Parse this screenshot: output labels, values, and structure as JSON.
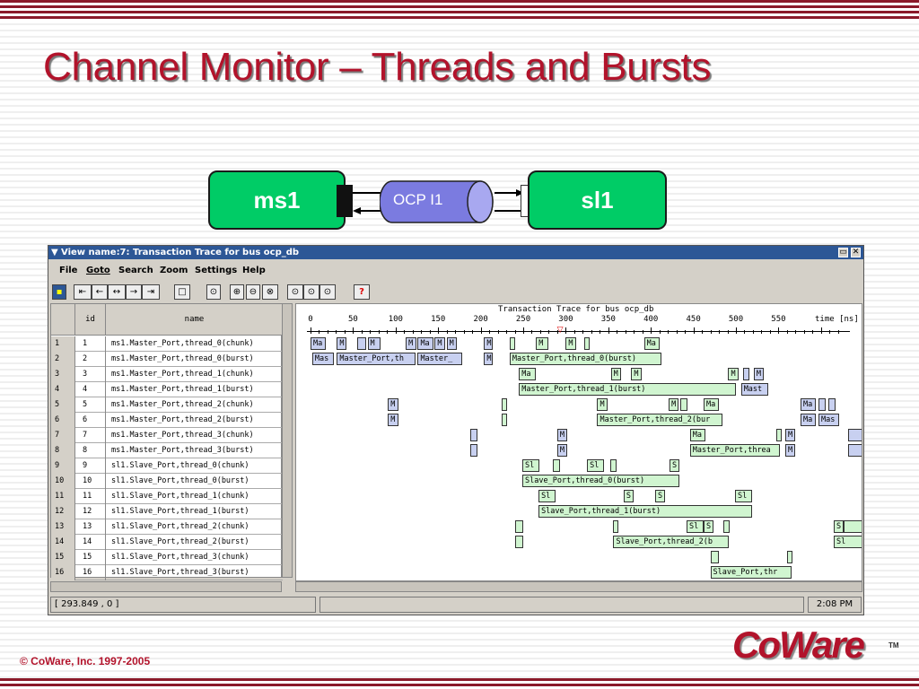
{
  "slide": {
    "title": "Channel Monitor – Threads and Bursts",
    "copyright": "© CoWare, Inc. 1997-2005",
    "logo": "CoWare",
    "logo_tm": "TM",
    "brand_color": "#b2132b"
  },
  "diagram": {
    "master_label": "ms1",
    "channel_label": "OCP I1",
    "slave_label": "sl1",
    "block_color": "#00cc66",
    "channel_color": "#8e8ee8"
  },
  "window": {
    "title": "View name:7: Transaction Trace for bus ocp_db",
    "menu": [
      "File",
      "Goto",
      "Search",
      "Zoom",
      "Settings",
      "Help"
    ],
    "toolbar_icons": [
      "save-icon",
      "go-first-icon",
      "step-back-icon",
      "shrink-icon",
      "step-forward-icon",
      "go-last-icon",
      "find-icon",
      "zoom-icon",
      "zoom-in-icon",
      "zoom-out-icon",
      "zoom-fit-icon",
      "zoom-x-icon",
      "zoom-y-icon",
      "zoom-xy-icon",
      "help-icon"
    ],
    "close_glyph": "✕",
    "min_glyph": "▭"
  },
  "table": {
    "headers": [
      "",
      "id",
      "name"
    ],
    "rows": [
      {
        "row": "1",
        "id": "1",
        "name": "ms1.Master_Port,thread_0(chunk)"
      },
      {
        "row": "2",
        "id": "2",
        "name": "ms1.Master_Port,thread_0(burst)"
      },
      {
        "row": "3",
        "id": "3",
        "name": "ms1.Master_Port,thread_1(chunk)"
      },
      {
        "row": "4",
        "id": "4",
        "name": "ms1.Master_Port,thread_1(burst)"
      },
      {
        "row": "5",
        "id": "5",
        "name": "ms1.Master_Port,thread_2(chunk)"
      },
      {
        "row": "6",
        "id": "6",
        "name": "ms1.Master_Port,thread_2(burst)"
      },
      {
        "row": "7",
        "id": "7",
        "name": "ms1.Master_Port,thread_3(chunk)"
      },
      {
        "row": "8",
        "id": "8",
        "name": "ms1.Master_Port,thread_3(burst)"
      },
      {
        "row": "9",
        "id": "9",
        "name": "sl1.Slave_Port,thread_0(chunk)"
      },
      {
        "row": "10",
        "id": "10",
        "name": "sl1.Slave_Port,thread_0(burst)"
      },
      {
        "row": "11",
        "id": "11",
        "name": "sl1.Slave_Port,thread_1(chunk)"
      },
      {
        "row": "12",
        "id": "12",
        "name": "sl1.Slave_Port,thread_1(burst)"
      },
      {
        "row": "13",
        "id": "13",
        "name": "sl1.Slave_Port,thread_2(chunk)"
      },
      {
        "row": "14",
        "id": "14",
        "name": "sl1.Slave_Port,thread_2(burst)"
      },
      {
        "row": "15",
        "id": "15",
        "name": "sl1.Slave_Port,thread_3(chunk)"
      },
      {
        "row": "16",
        "id": "16",
        "name": "sl1.Slave_Port,thread_3(burst)"
      }
    ]
  },
  "trace": {
    "title": "Transaction Trace for bus ocp_db",
    "unit_label": "time [ns]",
    "ticks": [
      "0",
      "50",
      "100",
      "150",
      "200",
      "250",
      "300",
      "350",
      "400",
      "450",
      "500",
      "550"
    ],
    "cursor_time": 293.849,
    "time_max": 640,
    "master_color": "#c8d0f0",
    "slave_color": "#d0f5d0",
    "bars": [
      {
        "row": 0,
        "t0": 0,
        "t1": 18,
        "label": "Ma",
        "kind": "master"
      },
      {
        "row": 0,
        "t0": 31,
        "t1": 42,
        "label": "M",
        "kind": "master"
      },
      {
        "row": 0,
        "t0": 55,
        "t1": 65,
        "label": "",
        "kind": "master"
      },
      {
        "row": 0,
        "t0": 67,
        "t1": 82,
        "label": "M",
        "kind": "master"
      },
      {
        "row": 0,
        "t0": 112,
        "t1": 124,
        "label": "M",
        "kind": "master"
      },
      {
        "row": 0,
        "t0": 126,
        "t1": 144,
        "label": "Ma",
        "kind": "master"
      },
      {
        "row": 0,
        "t0": 146,
        "t1": 158,
        "label": "M",
        "kind": "master"
      },
      {
        "row": 0,
        "t0": 160,
        "t1": 172,
        "label": "M",
        "kind": "master"
      },
      {
        "row": 0,
        "t0": 204,
        "t1": 214,
        "label": "M",
        "kind": "master"
      },
      {
        "row": 0,
        "t0": 234,
        "t1": 240,
        "label": "",
        "kind": "slave"
      },
      {
        "row": 0,
        "t0": 265,
        "t1": 280,
        "label": "M",
        "kind": "slave"
      },
      {
        "row": 0,
        "t0": 300,
        "t1": 312,
        "label": "M",
        "kind": "slave"
      },
      {
        "row": 0,
        "t0": 322,
        "t1": 328,
        "label": "",
        "kind": "slave"
      },
      {
        "row": 0,
        "t0": 392,
        "t1": 410,
        "label": "Ma",
        "kind": "slave"
      },
      {
        "row": 1,
        "t0": 2,
        "t1": 27,
        "label": "Mas",
        "kind": "master"
      },
      {
        "row": 1,
        "t0": 31,
        "t1": 123,
        "label": "Master_Port,th",
        "kind": "master"
      },
      {
        "row": 1,
        "t0": 126,
        "t1": 178,
        "label": "Master_",
        "kind": "master"
      },
      {
        "row": 1,
        "t0": 204,
        "t1": 214,
        "label": "M",
        "kind": "master"
      },
      {
        "row": 1,
        "t0": 234,
        "t1": 412,
        "label": "Master_Port,thread_0(burst)",
        "kind": "slave"
      },
      {
        "row": 2,
        "t0": 245,
        "t1": 265,
        "label": "Ma",
        "kind": "slave"
      },
      {
        "row": 2,
        "t0": 353,
        "t1": 365,
        "label": "M",
        "kind": "slave"
      },
      {
        "row": 2,
        "t0": 377,
        "t1": 389,
        "label": "M",
        "kind": "slave"
      },
      {
        "row": 2,
        "t0": 491,
        "t1": 503,
        "label": "M",
        "kind": "slave"
      },
      {
        "row": 2,
        "t0": 508,
        "t1": 516,
        "label": "",
        "kind": "master"
      },
      {
        "row": 2,
        "t0": 521,
        "t1": 533,
        "label": "M",
        "kind": "master"
      },
      {
        "row": 3,
        "t0": 245,
        "t1": 500,
        "label": "Master_Port,thread_1(burst)",
        "kind": "slave"
      },
      {
        "row": 3,
        "t0": 506,
        "t1": 538,
        "label": "Mast",
        "kind": "master"
      },
      {
        "row": 4,
        "t0": 91,
        "t1": 103,
        "label": "M",
        "kind": "master"
      },
      {
        "row": 4,
        "t0": 225,
        "t1": 230,
        "label": "",
        "kind": "slave"
      },
      {
        "row": 4,
        "t0": 337,
        "t1": 349,
        "label": "M",
        "kind": "slave"
      },
      {
        "row": 4,
        "t0": 421,
        "t1": 433,
        "label": "M",
        "kind": "slave"
      },
      {
        "row": 4,
        "t0": 435,
        "t1": 443,
        "label": "",
        "kind": "slave"
      },
      {
        "row": 4,
        "t0": 462,
        "t1": 480,
        "label": "Ma",
        "kind": "slave"
      },
      {
        "row": 4,
        "t0": 576,
        "t1": 594,
        "label": "Ma",
        "kind": "master"
      },
      {
        "row": 4,
        "t0": 597,
        "t1": 605,
        "label": "",
        "kind": "master"
      },
      {
        "row": 4,
        "t0": 609,
        "t1": 617,
        "label": "",
        "kind": "master"
      },
      {
        "row": 5,
        "t0": 91,
        "t1": 103,
        "label": "M",
        "kind": "master"
      },
      {
        "row": 5,
        "t0": 225,
        "t1": 230,
        "label": "",
        "kind": "slave"
      },
      {
        "row": 5,
        "t0": 337,
        "t1": 484,
        "label": "Master_Port,thread_2(bur",
        "kind": "slave"
      },
      {
        "row": 5,
        "t0": 576,
        "t1": 594,
        "label": "Ma",
        "kind": "master"
      },
      {
        "row": 5,
        "t0": 597,
        "t1": 621,
        "label": "Mas",
        "kind": "master"
      },
      {
        "row": 6,
        "t0": 188,
        "t1": 196,
        "label": "",
        "kind": "master"
      },
      {
        "row": 6,
        "t0": 290,
        "t1": 302,
        "label": "M",
        "kind": "master"
      },
      {
        "row": 6,
        "t0": 446,
        "t1": 464,
        "label": "Ma",
        "kind": "slave"
      },
      {
        "row": 6,
        "t0": 547,
        "t1": 554,
        "label": "",
        "kind": "slave"
      },
      {
        "row": 6,
        "t0": 558,
        "t1": 570,
        "label": "M",
        "kind": "master"
      },
      {
        "row": 6,
        "t0": 632,
        "t1": 660,
        "label": "",
        "kind": "master"
      },
      {
        "row": 7,
        "t0": 188,
        "t1": 196,
        "label": "",
        "kind": "master"
      },
      {
        "row": 7,
        "t0": 290,
        "t1": 302,
        "label": "M",
        "kind": "master"
      },
      {
        "row": 7,
        "t0": 446,
        "t1": 552,
        "label": "Master_Port,threa",
        "kind": "slave"
      },
      {
        "row": 7,
        "t0": 558,
        "t1": 570,
        "label": "M",
        "kind": "master"
      },
      {
        "row": 7,
        "t0": 632,
        "t1": 660,
        "label": "",
        "kind": "master"
      },
      {
        "row": 8,
        "t0": 249,
        "t1": 269,
        "label": "Sl",
        "kind": "slave"
      },
      {
        "row": 8,
        "t0": 285,
        "t1": 293,
        "label": "",
        "kind": "slave"
      },
      {
        "row": 8,
        "t0": 325,
        "t1": 345,
        "label": "Sl",
        "kind": "slave"
      },
      {
        "row": 8,
        "t0": 352,
        "t1": 360,
        "label": "",
        "kind": "slave"
      },
      {
        "row": 8,
        "t0": 422,
        "t1": 434,
        "label": "S",
        "kind": "slave"
      },
      {
        "row": 9,
        "t0": 249,
        "t1": 434,
        "label": "Slave_Port,thread_0(burst)",
        "kind": "slave"
      },
      {
        "row": 10,
        "t0": 268,
        "t1": 288,
        "label": "Sl",
        "kind": "slave"
      },
      {
        "row": 10,
        "t0": 368,
        "t1": 380,
        "label": "S",
        "kind": "slave"
      },
      {
        "row": 10,
        "t0": 405,
        "t1": 417,
        "label": "S",
        "kind": "slave"
      },
      {
        "row": 10,
        "t0": 499,
        "t1": 519,
        "label": "Sl",
        "kind": "slave"
      },
      {
        "row": 11,
        "t0": 268,
        "t1": 519,
        "label": "Slave_Port,thread_1(burst)",
        "kind": "slave"
      },
      {
        "row": 12,
        "t0": 240,
        "t1": 250,
        "label": "",
        "kind": "slave"
      },
      {
        "row": 12,
        "t0": 356,
        "t1": 362,
        "label": "",
        "kind": "slave"
      },
      {
        "row": 12,
        "t0": 442,
        "t1": 462,
        "label": "Sl",
        "kind": "slave"
      },
      {
        "row": 12,
        "t0": 462,
        "t1": 474,
        "label": "S",
        "kind": "slave"
      },
      {
        "row": 12,
        "t0": 485,
        "t1": 493,
        "label": "",
        "kind": "slave"
      },
      {
        "row": 12,
        "t0": 615,
        "t1": 627,
        "label": "S",
        "kind": "slave"
      },
      {
        "row": 12,
        "t0": 627,
        "t1": 660,
        "label": "",
        "kind": "slave"
      },
      {
        "row": 13,
        "t0": 240,
        "t1": 250,
        "label": "",
        "kind": "slave"
      },
      {
        "row": 13,
        "t0": 356,
        "t1": 492,
        "label": "Slave_Port,thread_2(b",
        "kind": "slave"
      },
      {
        "row": 13,
        "t0": 615,
        "t1": 660,
        "label": "Sl",
        "kind": "slave"
      },
      {
        "row": 14,
        "t0": 470,
        "t1": 480,
        "label": "",
        "kind": "slave"
      },
      {
        "row": 14,
        "t0": 560,
        "t1": 565,
        "label": "",
        "kind": "slave"
      },
      {
        "row": 15,
        "t0": 470,
        "t1": 565,
        "label": "Slave_Port,thr",
        "kind": "slave"
      }
    ]
  },
  "status": {
    "coords": "[ 293.849 , 0 ]",
    "time": "2:08 PM"
  }
}
